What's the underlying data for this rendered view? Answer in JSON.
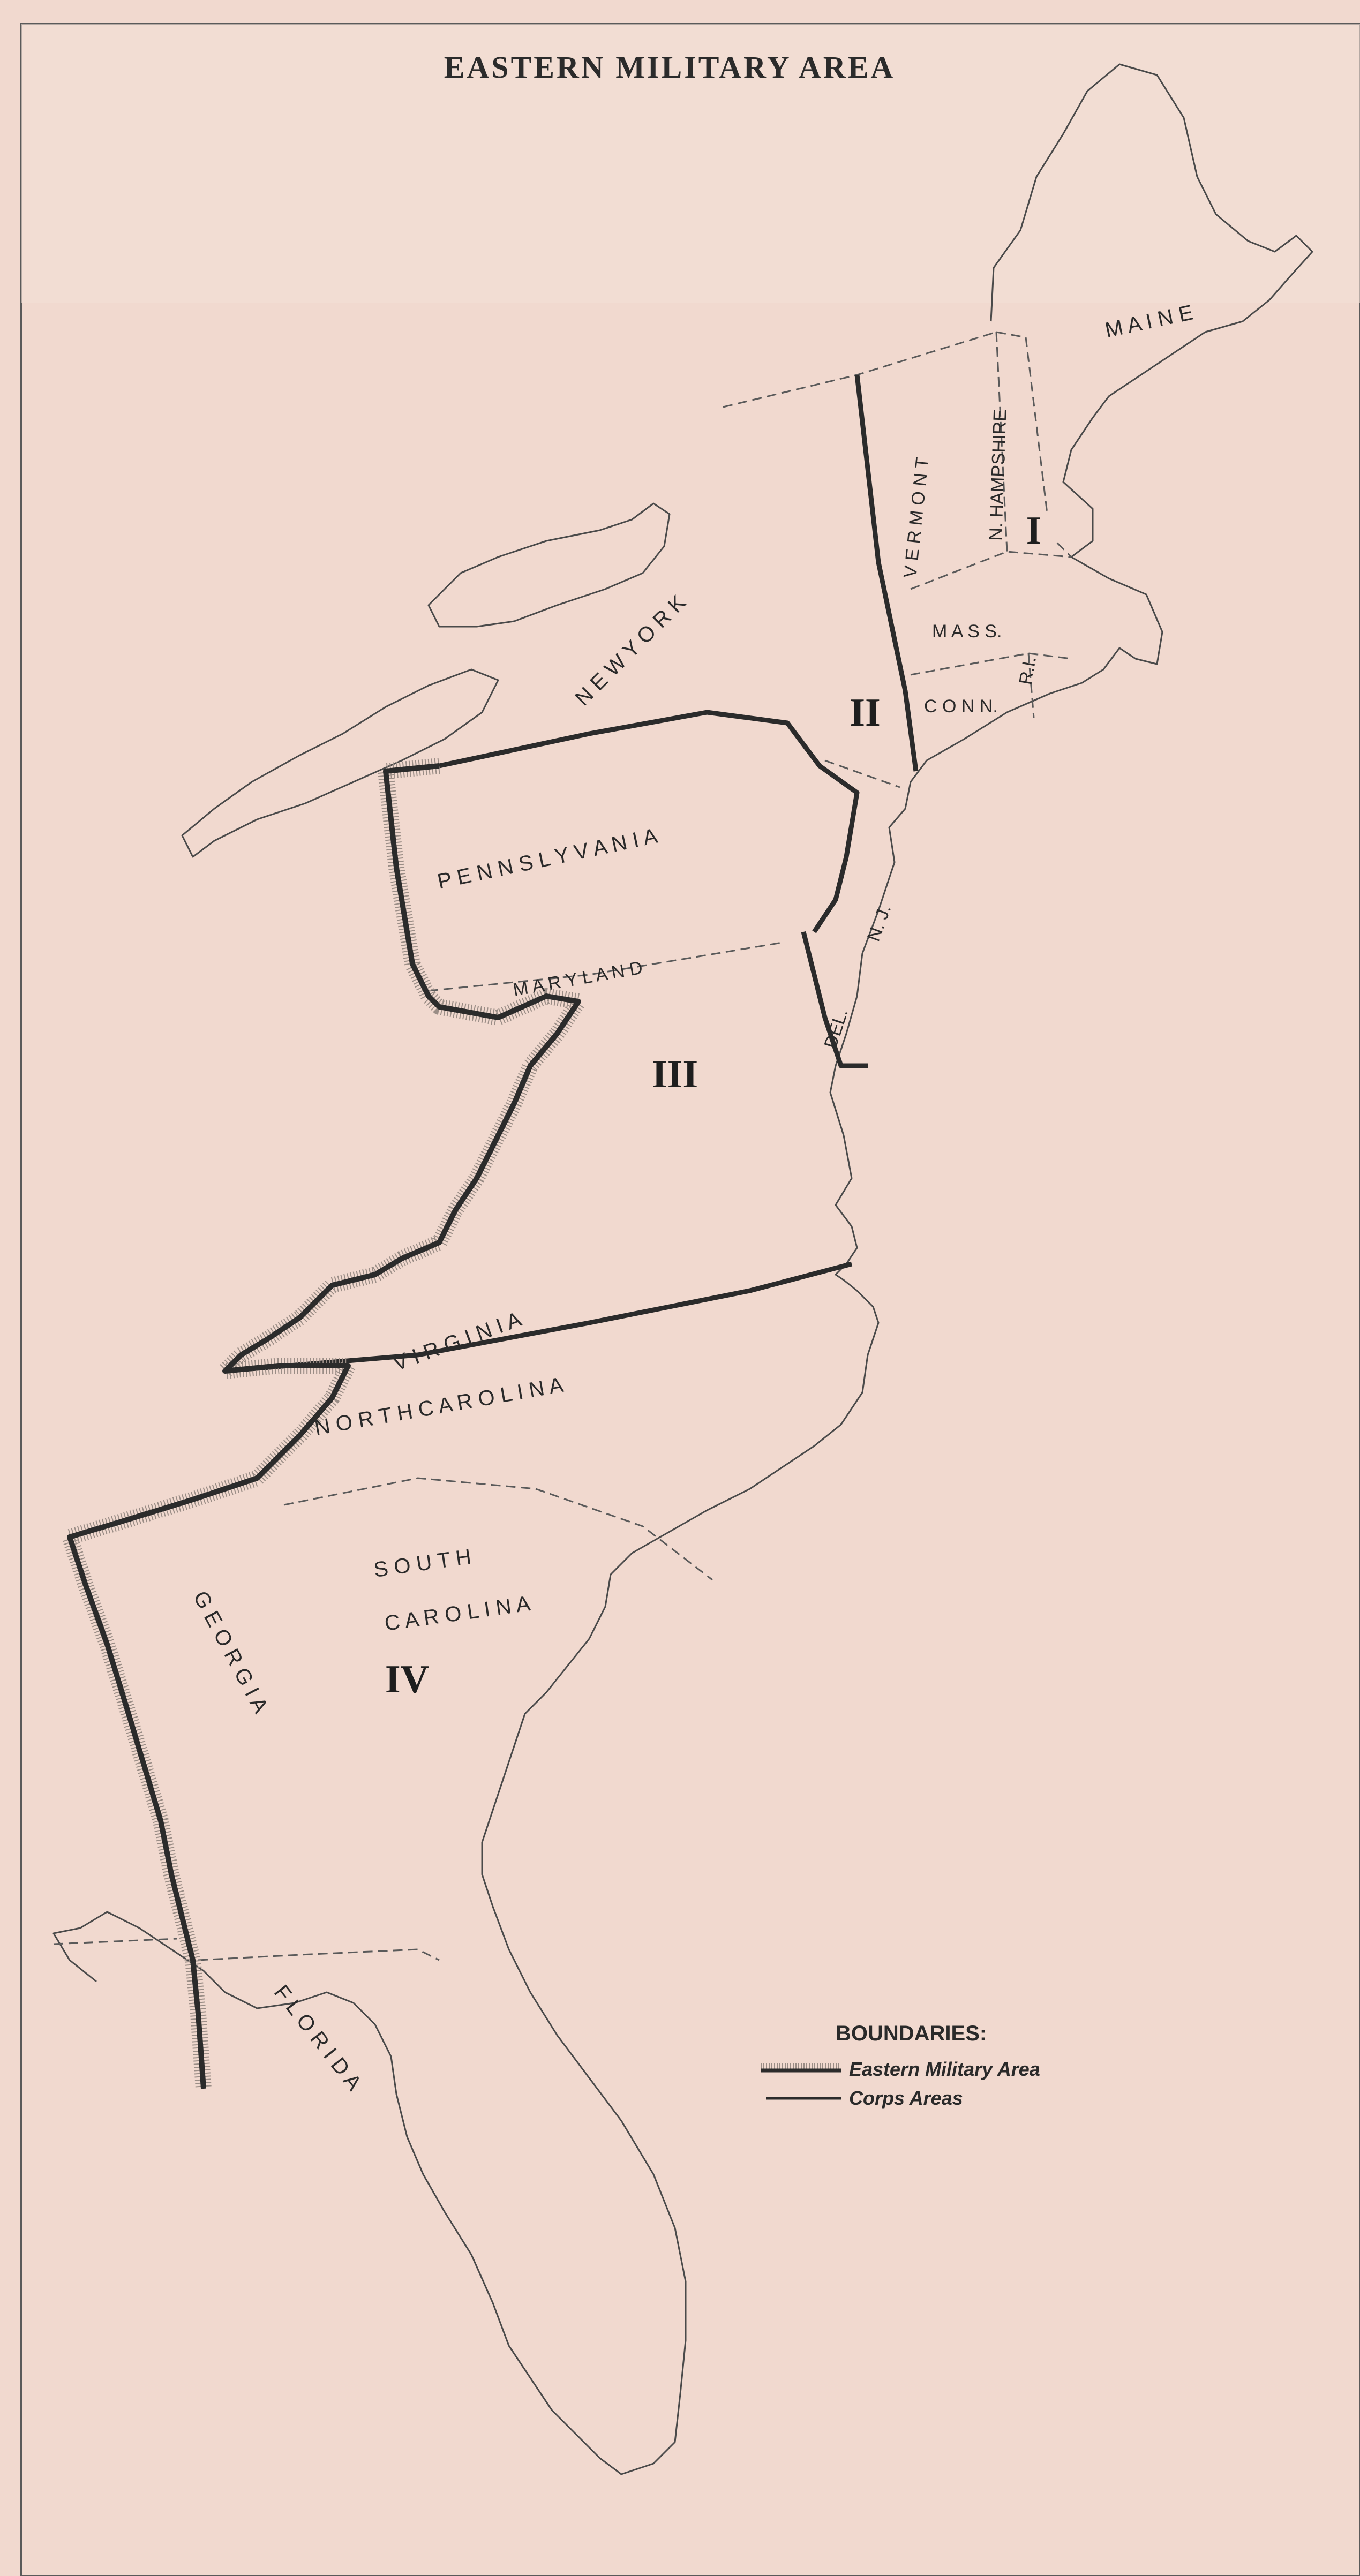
{
  "title": "EASTERN MILITARY AREA",
  "states": {
    "maine": "M A I N E",
    "new_hampshire": "N. HAMPSHIRE",
    "vermont": "V E R M O N T",
    "mass": "M A S S.",
    "conn": "C O N N.",
    "ri": "R.I.",
    "new_york": "N E W   Y O R K",
    "pennsylvania": "P E N N S L Y V A N I A",
    "nj": "N.  J.",
    "maryland": "M A R Y L A N D",
    "delaware": "DEL.",
    "virginia": "V I R G I N I A",
    "north_carolina": "N O R T H   C A R O L I N A",
    "south_carolina_1": "S O U T H",
    "south_carolina_2": "C A R O L I N A",
    "georgia": "G E O R G I A",
    "florida": "F L O R I D A"
  },
  "corps_areas": [
    "I",
    "II",
    "III",
    "IV"
  ],
  "legend": {
    "title": "BOUNDARIES:",
    "items": [
      {
        "label": "Eastern Military Area",
        "style": "stippled-heavy-line"
      },
      {
        "label": "Corps Areas",
        "style": "heavy-line"
      }
    ]
  },
  "colors": {
    "paper": "#f1d9cf",
    "ink": "#2b2b2b",
    "stipple": "#9a8d86"
  }
}
